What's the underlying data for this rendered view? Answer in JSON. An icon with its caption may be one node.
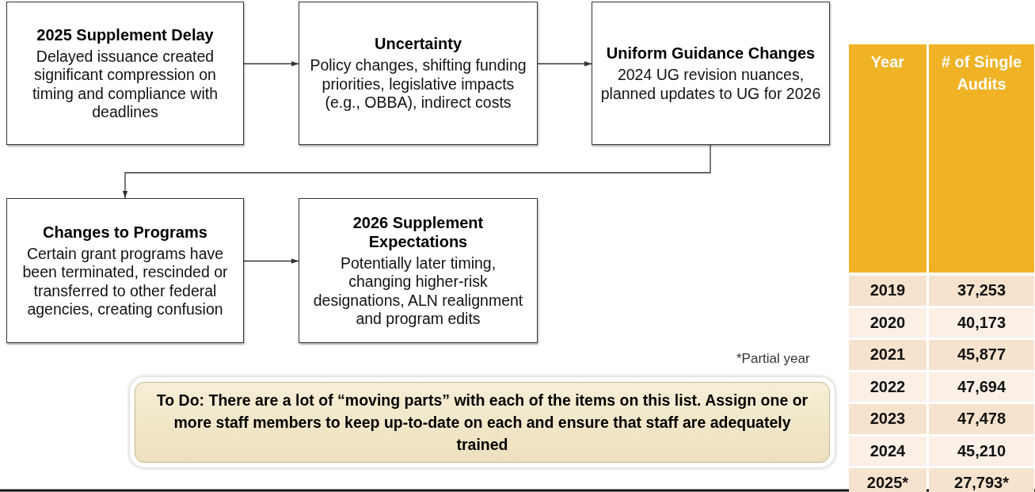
{
  "diagram": {
    "nodes": [
      {
        "text": [
          "2025 Supplement Delay",
          "Delayed issuance created significant compression on timing and compliance with deadlines"
        ]
      },
      {
        "text": [
          "Uncertainty",
          "Policy changes, shifting funding priorities, legislative impacts (e.g., OBBA), indirect costs"
        ]
      },
      {
        "text": [
          "Uniform Guidance Changes",
          "2024 UG revision nuances, planned updates to UG for 2026"
        ]
      },
      {
        "text": [
          "Changes to Programs",
          "Certain grant programs have been terminated, rescinded or transferred to other federal agencies, creating confusion"
        ]
      },
      {
        "text": [
          "2026 Supplement Expectations",
          "Potentially later timing, changing higher-risk designations, ALN realignment and program edits"
        ]
      },
      {
        "text": [
          "To Do: There are a lot of “moving parts” with each of the items on this list. Assign one or more staff members to keep up-to-date on each and ensure that staff are adequately trained"
        ]
      }
    ],
    "edges": [
      {
        "from": 0,
        "to": 1,
        "arrow": "to"
      },
      {
        "from": 1,
        "to": 2,
        "arrow": "to"
      },
      {
        "from": 2,
        "to": 3,
        "arrow": "to"
      },
      {
        "from": 3,
        "to": 4,
        "arrow": "to"
      }
    ],
    "labels": [
      "Year",
      "# of Single Audits",
      "2019",
      "37,253",
      "2020",
      "40,173",
      "2021",
      "45,877",
      "2022",
      "47,694",
      "2023",
      "47,478",
      "2024",
      "45,210",
      "2025*",
      "27,793*",
      "*Partial year"
    ]
  }
}
